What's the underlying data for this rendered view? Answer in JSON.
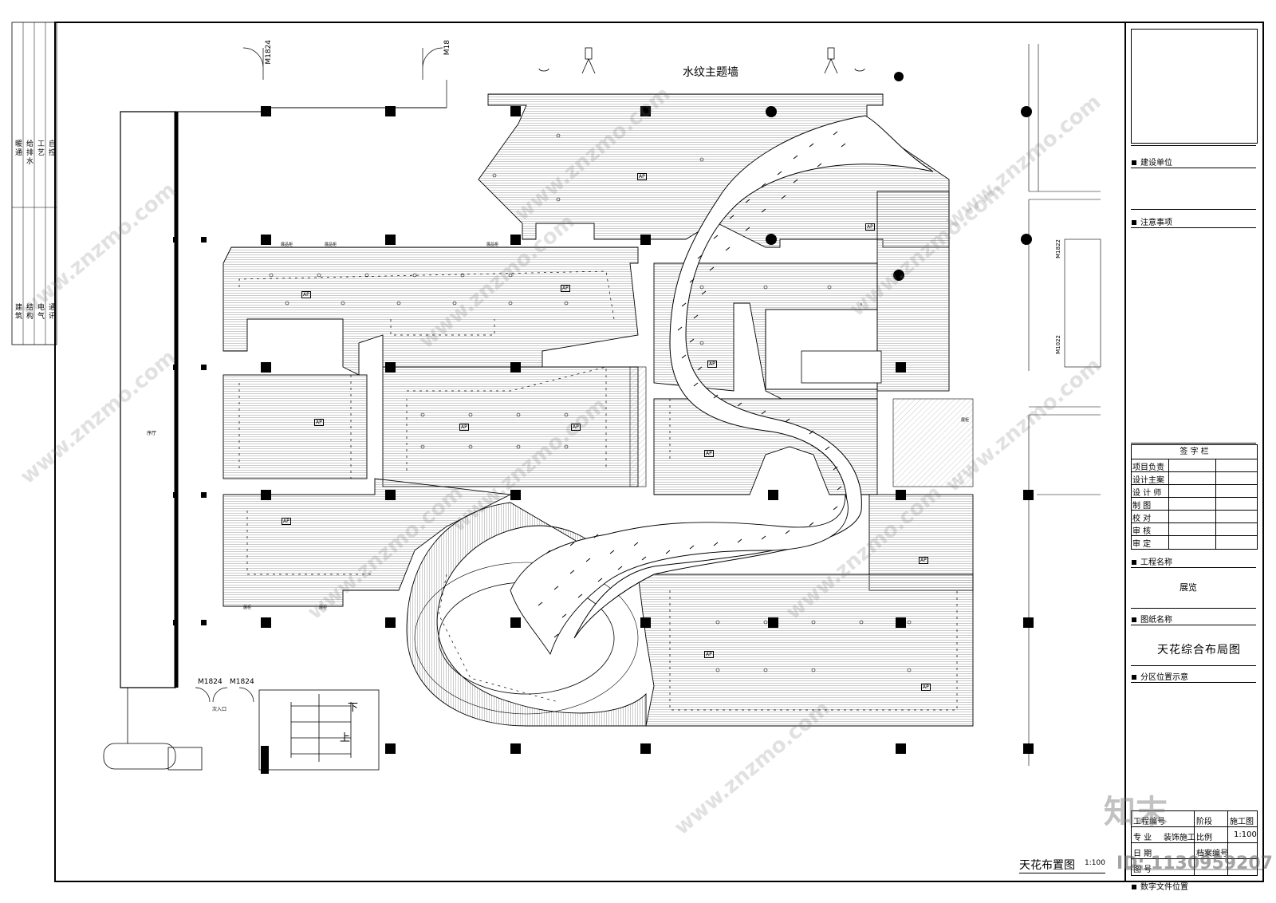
{
  "drawing": {
    "wall_title": "水纹主题墙",
    "bottom_title": "天花布置图",
    "bottom_scale": "1:100",
    "door_labels": [
      "M1824",
      "M18",
      "M1824",
      "M1824",
      "M1822",
      "M1022"
    ],
    "entrance_label": "次入口",
    "stair_down": "下",
    "stair_up": "上",
    "ap_marker": "AP",
    "left_hall_label": "序厅",
    "room_labels": [
      "展品柜",
      "展品柜",
      "展品柜",
      "展柜",
      "展柜",
      "展柜"
    ]
  },
  "left_strip": {
    "top_columns": [
      "暖通",
      "给排水",
      "工艺",
      "自控"
    ],
    "bottom_columns": [
      "建筑",
      "结构",
      "电气",
      "通讯"
    ]
  },
  "title_block": {
    "build_unit": "建设单位",
    "notes": "注意事项",
    "sign_header": "签 字 栏",
    "sign_rows": [
      "项目负责",
      "设计主案",
      "设 计 师",
      "制    图",
      "校    对",
      "审    核",
      "审    定"
    ],
    "project_name_label": "工程名称",
    "project_name": "展览",
    "drawing_name_label": "图纸名称",
    "drawing_name": "天花综合布局图",
    "zone_label": "分区位置示意",
    "info_rows": [
      {
        "k1": "工程编号",
        "v1": "",
        "k2": "阶段",
        "v2": "施工图"
      },
      {
        "k1": "专    业",
        "v1": "装饰施工",
        "k2": "比例",
        "v2": "1:100"
      },
      {
        "k1": "日    期",
        "v1": "",
        "k2": "档案编号",
        "v2": ""
      },
      {
        "k1": "图    号",
        "v1": "",
        "k2": "",
        "v2": ""
      }
    ],
    "digital_file": "数字文件位置"
  },
  "watermarks": {
    "site": "www.znzmo.com",
    "brand": "知末",
    "id_text": "ID: 1130959207"
  },
  "colors": {
    "line": "#000000",
    "hatch": "#9a9a9a",
    "paper": "#ffffff"
  }
}
